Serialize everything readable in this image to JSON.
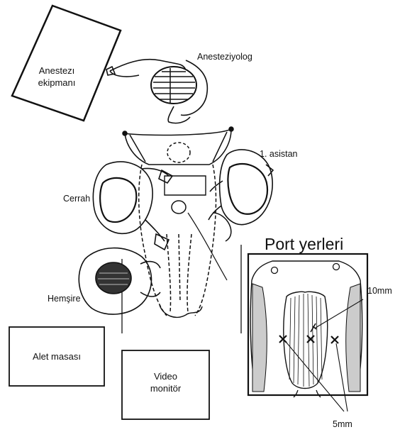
{
  "labels": {
    "anesthesia_equipment_line1": "Anestezı",
    "anesthesia_equipment_line2": "ekipmanı",
    "anesthesiologist": "Anesteziyolog",
    "first_assistant": "1. asistan",
    "surgeon": "Cerrah",
    "nurse": "Hemşire",
    "instrument_table": "Alet masası",
    "video_monitor_line1": "Video",
    "video_monitor_line2": "monitör"
  },
  "port_panel": {
    "title": "Port yerleri",
    "label_10mm": "10mm",
    "label_5mm": "5mm"
  }
}
